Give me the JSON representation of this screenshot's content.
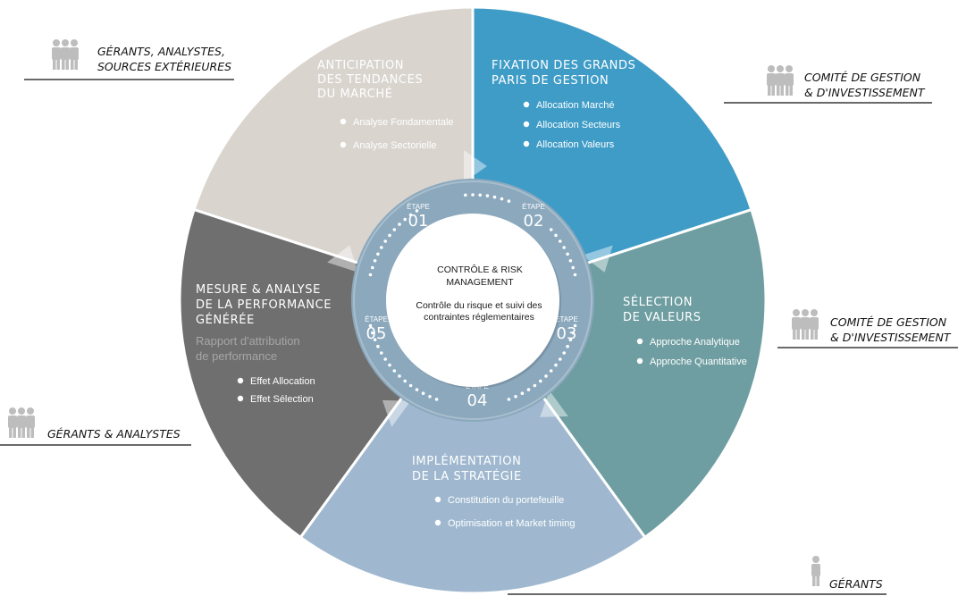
{
  "segments": [
    {
      "id": "anticipation",
      "title": [
        "ANTICIPATION",
        "DES TENDANCES",
        "DU MARCHÉ"
      ],
      "color": "#d9d4ce",
      "bullets": [
        "Analyse Fondamentale",
        "Analyse Sectorielle"
      ]
    },
    {
      "id": "fixation",
      "title": [
        "FIXATION DES GRANDS",
        "PARIS DE GESTION"
      ],
      "color": "#3f9cc7",
      "bullets": [
        "Allocation Marché",
        "Allocation Secteurs",
        "Allocation Valeurs"
      ]
    },
    {
      "id": "selection",
      "title": [
        "SÉLECTION",
        "DE VALEURS"
      ],
      "color": "#6e9ea1",
      "bullets": [
        "Approche Analytique",
        "Approche Quantitative"
      ]
    },
    {
      "id": "implementation",
      "title": [
        "IMPLÉMENTATION",
        "DE LA STRATÉGIE"
      ],
      "color": "#9fb8cf",
      "bullets": [
        "Constitution du portefeuille",
        "Optimisation et Market timing"
      ]
    },
    {
      "id": "mesure",
      "title": [
        "MESURE & ANALYSE",
        "DE LA PERFORMANCE",
        "GÉNÉRÉE"
      ],
      "color": "#6f6f6f",
      "note": [
        "Rapport d'attribution",
        "de performance"
      ],
      "bullets": [
        "Effet Allocation",
        "Effet Sélection"
      ]
    }
  ],
  "etapes": [
    {
      "label": "ÉTAPE",
      "number": "01"
    },
    {
      "label": "ÉTAPE",
      "number": "02"
    },
    {
      "label": "ÉTAPE",
      "number": "03"
    },
    {
      "label": "ÉTAPE",
      "number": "04"
    },
    {
      "label": "ÉTAPE",
      "number": "05"
    }
  ],
  "center": {
    "title": [
      "CONTRÔLE & RISK",
      "MANAGEMENT"
    ],
    "text": [
      "Contrôle du risque et suivi des",
      "contraintes réglementaires"
    ]
  },
  "actors": [
    {
      "lines": [
        "GÉRANTS, ANALYSTES,",
        "SOURCES EXTÉRIEURES"
      ],
      "people": 3
    },
    {
      "lines": [
        "COMITÉ DE GESTION",
        "& D'INVESTISSEMENT"
      ],
      "people": 3
    },
    {
      "lines": [
        "COMITÉ DE GESTION",
        "& D'INVESTISSEMENT"
      ],
      "people": 3
    },
    {
      "lines": [
        "GÉRANTS & ANALYSTES"
      ],
      "people": 3
    },
    {
      "lines": [
        "GÉRANTS"
      ],
      "people": 1
    }
  ],
  "colors": {
    "ring": "#8ba8bd",
    "center_disc": "#ffffff",
    "actor_icon": "#bdbdbd"
  }
}
